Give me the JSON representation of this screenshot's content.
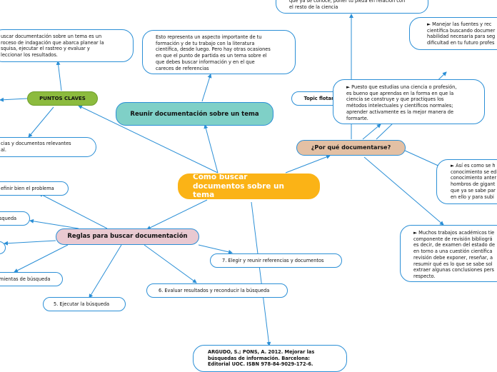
{
  "center": "Cómo buscar\ndocumentos sobre un tema",
  "topics": {
    "puntos_claves": "PUNTOS CLAVES",
    "reunir": "Reunir documentación sobre un tema",
    "por_que": "¿Por qué documentarse?",
    "reglas": "Reglas para buscar documentación",
    "floating": "Topic flotante"
  },
  "notes": {
    "buscar_doc": "uscar documentación sobre un tema es un\nroceso de indagación que abarca planear la\nsquisa, ejecutar el rastreo y evaluar y\nleccionar los resultados.",
    "referencias": "cias y documentos relevantes\nal.",
    "aspecto": "Esto representa un aspecto importante de tu\nformación y de tu trabajo con la literatura\ncientífica, desde luego. Pero hay otras ocasiones\nen que el punto de partida es un tema sobre el\nque debes buscar información y en el que\ncareces de referencias",
    "top_cut": "que ya se conoce, poner tu pieza en relación con\nel resto de la ciencia",
    "manejar": "► Manejar las fuentes y rec\ncientífica buscando documer\nhabilidad necesaria para seg\ndificultad en tu futuro profes",
    "puesto": "► Puesto que estudias una ciencia o profesión,\nes bueno que aprendas en la forma en que la\nciencia se construye y que practiques los\nmétodos intelectuales y científicos normales;\naprender activamente es la mejor manera de\nformarte.",
    "asi": "► Así es como se h\nconocimiento se ed\nconocimiento anter\nhombros de gigant\nque ya se sabe par\nen ello y para subi",
    "muchos": "► Muchos trabajos académicos tie\ncomponente de revisión bibliográ\nes decir, de examen del estado de\nen torno a una cuestión científica\nrevisión debe exponer, reseñar, a\nresumir qué es lo que se sabe sol\nextraer algunas conclusiones pers\nrespecto.",
    "citation": "ARGUDO, S.; PONS, A. 2012. Mejorar las\nbúsquedas de información. Barcelona:\nEditorial UOC. ISBN 978-84-9029-172-6."
  },
  "steps": {
    "definir": "efinir bien el problema",
    "busqueda": "squeda",
    "herramientas": "mientas de búsqueda",
    "ejecutar": "5. Ejecutar la búsqueda",
    "evaluar": "6. Evaluar resultados y reconducir la búsqueda",
    "elegir": "7. Elegir y reunir referencias y documentos"
  },
  "colors": {
    "center": "#fbb316",
    "puntos_claves": "#8cbb3e",
    "reunir": "#7fd0c7",
    "por_que": "#e3c0a4",
    "reglas": "#e9c9d1",
    "connector": "#2b8fd6"
  }
}
